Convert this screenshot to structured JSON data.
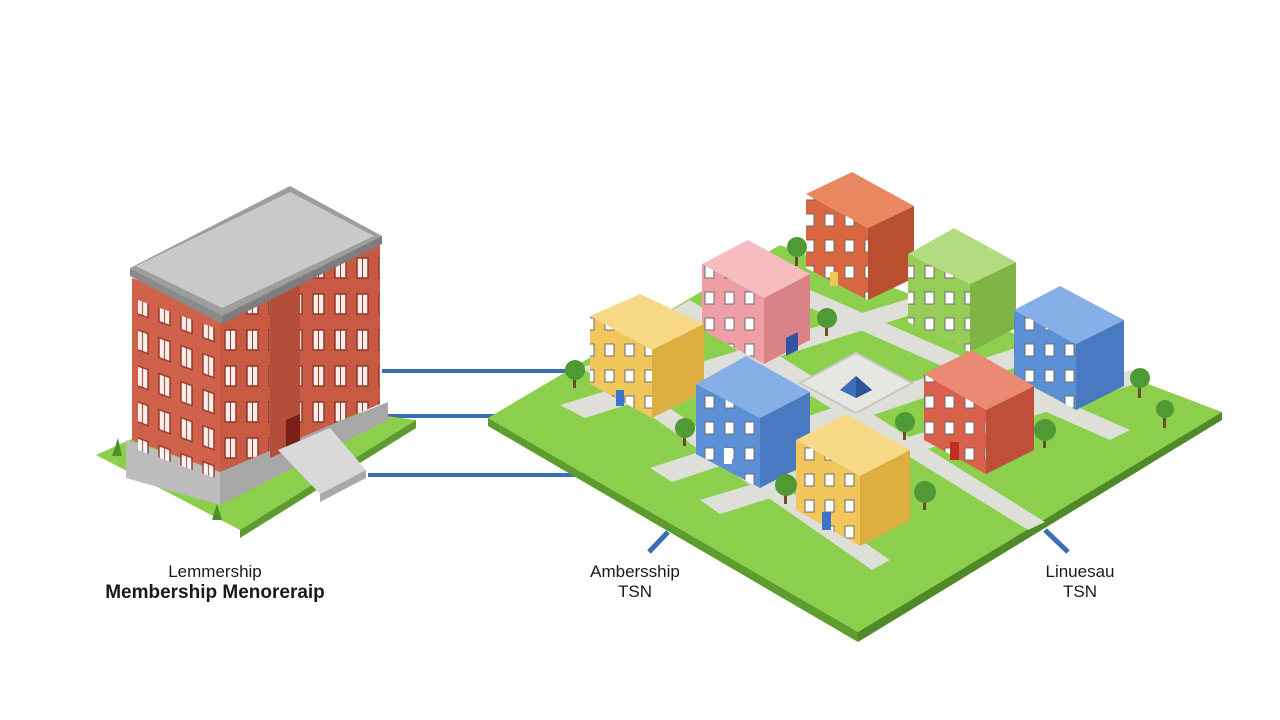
{
  "labels": {
    "left": {
      "line1": "Lemmership",
      "line2": "Membership Menorerаip"
    },
    "middle": {
      "line1": "Ambersship",
      "line2": "TSN"
    },
    "right": {
      "line1": "Linuesau",
      "line2": "TSN"
    }
  },
  "colors": {
    "brick": "#d0614a",
    "grass": "#8ccf4d",
    "path": "#dedfd9",
    "connector": "#3a6fb7",
    "yellow": "#f1c65a",
    "pink": "#ee9ea4",
    "green": "#96cc58",
    "blue": "#5b8fd6",
    "red": "#d9604a"
  },
  "buildings": [
    {
      "name": "orange-building",
      "color": "#d9663f"
    },
    {
      "name": "pink-building",
      "color": "#ee9ea4"
    },
    {
      "name": "green-building",
      "color": "#96cc58"
    },
    {
      "name": "yellow-building-left",
      "color": "#f1c65a"
    },
    {
      "name": "blue-building-right",
      "color": "#5b8fd6"
    },
    {
      "name": "blue-building-center",
      "color": "#5b8fd6"
    },
    {
      "name": "red-building",
      "color": "#d9604a"
    },
    {
      "name": "yellow-building-front",
      "color": "#f1c65a"
    }
  ]
}
